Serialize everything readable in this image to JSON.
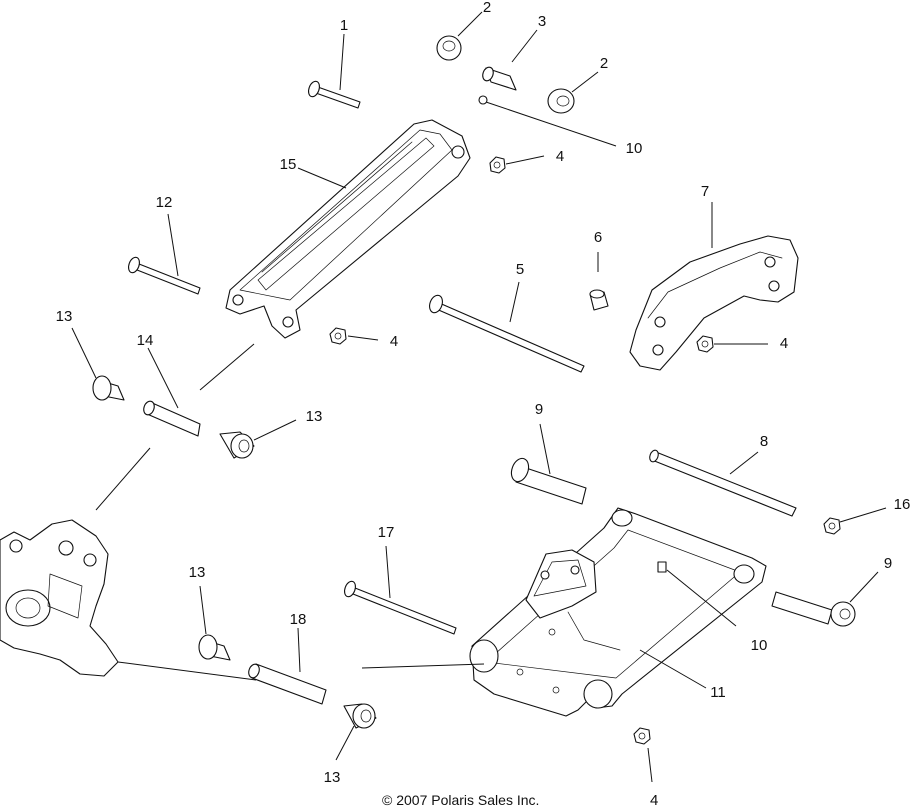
{
  "diagram": {
    "callouts": {
      "c1": "1",
      "c2a": "2",
      "c2b": "2",
      "c3": "3",
      "c4a": "4",
      "c4b": "4",
      "c4c": "4",
      "c4d": "4",
      "c5": "5",
      "c6": "6",
      "c7": "7",
      "c8": "8",
      "c9a": "9",
      "c9b": "9",
      "c10a": "10",
      "c10b": "10",
      "c11": "11",
      "c12": "12",
      "c13a": "13",
      "c13b": "13",
      "c13c": "13",
      "c13d": "13",
      "c14": "14",
      "c15": "15",
      "c16": "16",
      "c17": "17",
      "c18": "18"
    },
    "copyright": "© 2007 Polaris Sales Inc."
  }
}
